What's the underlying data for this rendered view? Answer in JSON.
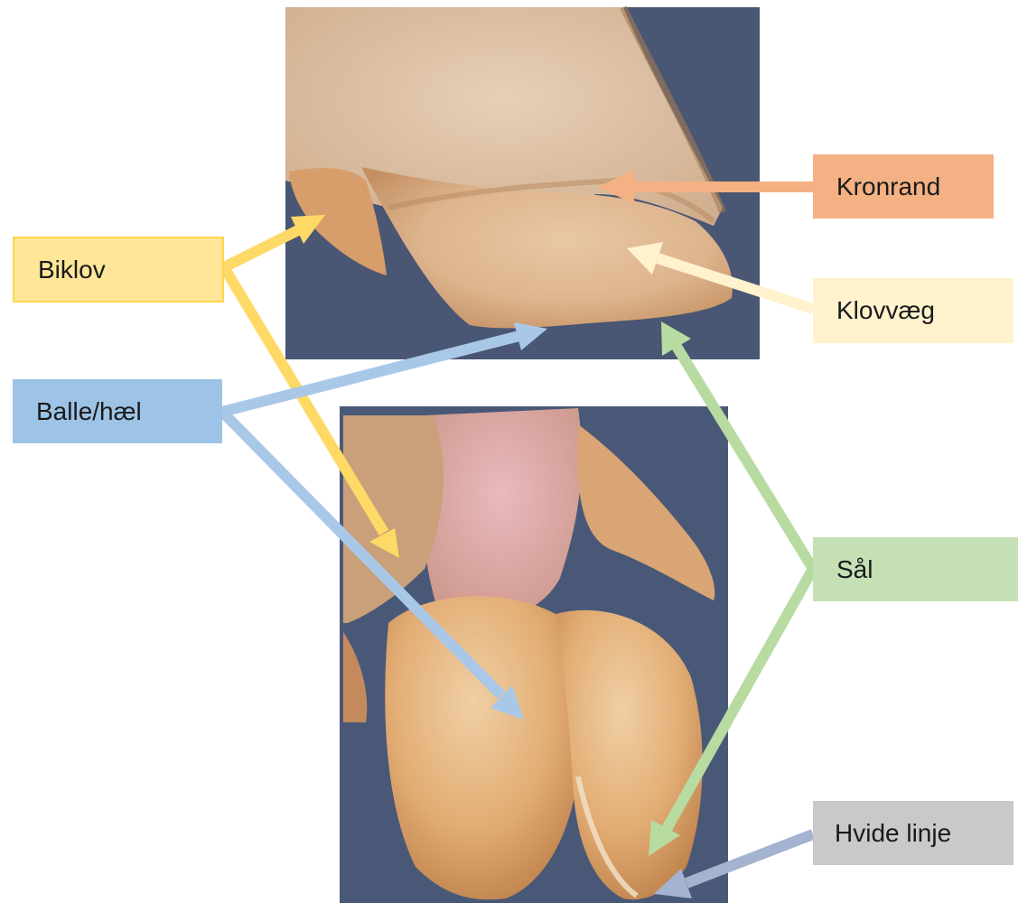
{
  "labels": {
    "biklov": "Biklov",
    "balle": "Balle/hæl",
    "kronrand": "Kronrand",
    "klovvaeg": "Klovvæg",
    "saal": "Sål",
    "hvide_linje": "Hvide linje"
  },
  "colors": {
    "biklov": "#ffd966",
    "balle": "#a9c8e8",
    "kronrand": "#f4b183",
    "klovvaeg": "#fff2cc",
    "saal": "#b7dba0",
    "hvide_linje": "#a4b3cf",
    "photo_background": "#4a5775"
  }
}
